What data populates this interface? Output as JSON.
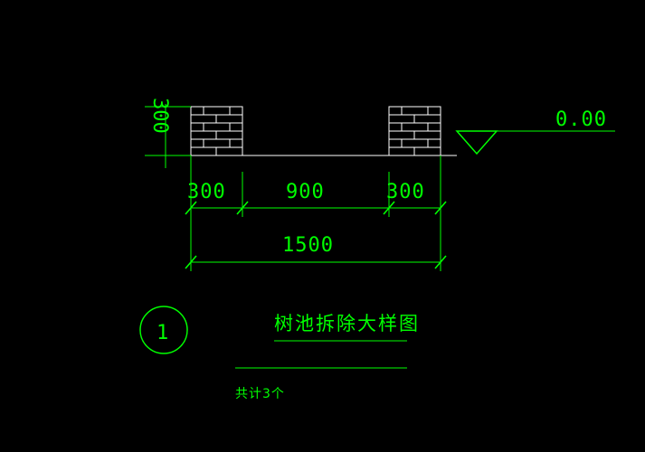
{
  "drawing": {
    "title": "树池拆除大样图",
    "note": "共计3个",
    "detail_number": "1",
    "elevation_label": "0.00",
    "vertical_dimension": "300",
    "dimensions_row": [
      "300",
      "900",
      "300"
    ],
    "total_dimension": "1500",
    "colors": {
      "background": "#000000",
      "line_green": "#00ff00",
      "line_white": "#ffffff"
    }
  }
}
